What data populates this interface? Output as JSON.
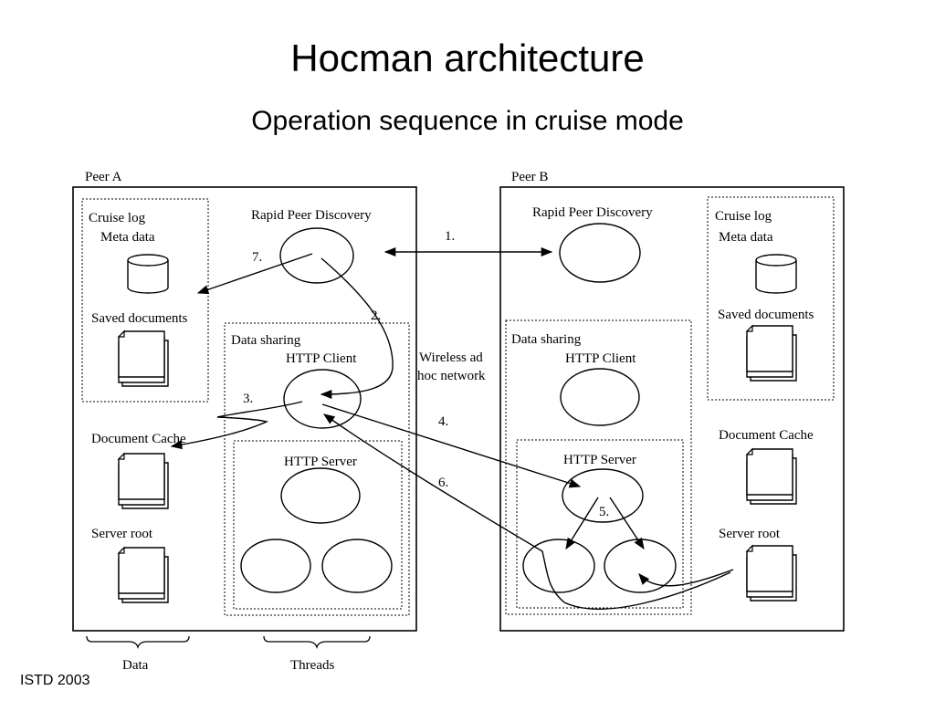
{
  "slide": {
    "title": "Hocman architecture",
    "subtitle": "Operation sequence in cruise mode",
    "footer": "ISTD 2003"
  },
  "diagram": {
    "peer_a": {
      "label": "Peer A",
      "rapid_peer_discovery": "Rapid Peer Discovery",
      "cruise_log": "Cruise log",
      "meta_data": "Meta data",
      "saved_documents": "Saved documents",
      "document_cache": "Document Cache",
      "server_root": "Server root",
      "data_sharing": "Data sharing",
      "http_client": "HTTP Client",
      "http_server": "HTTP Server"
    },
    "peer_b": {
      "label": "Peer B",
      "rapid_peer_discovery": "Rapid Peer Discovery",
      "cruise_log": "Cruise log",
      "meta_data": "Meta data",
      "saved_documents": "Saved documents",
      "document_cache": "Document Cache",
      "server_root": "Server root",
      "data_sharing": "Data sharing",
      "http_client": "HTTP Client",
      "http_server": "HTTP Server"
    },
    "network": {
      "line1": "Wireless ad",
      "line2": "hoc network"
    },
    "steps": {
      "s1": "1.",
      "s2": "2.",
      "s3": "3.",
      "s4": "4.",
      "s5": "5.",
      "s6": "6.",
      "s7": "7."
    },
    "braces": {
      "data": "Data",
      "threads": "Threads"
    }
  }
}
